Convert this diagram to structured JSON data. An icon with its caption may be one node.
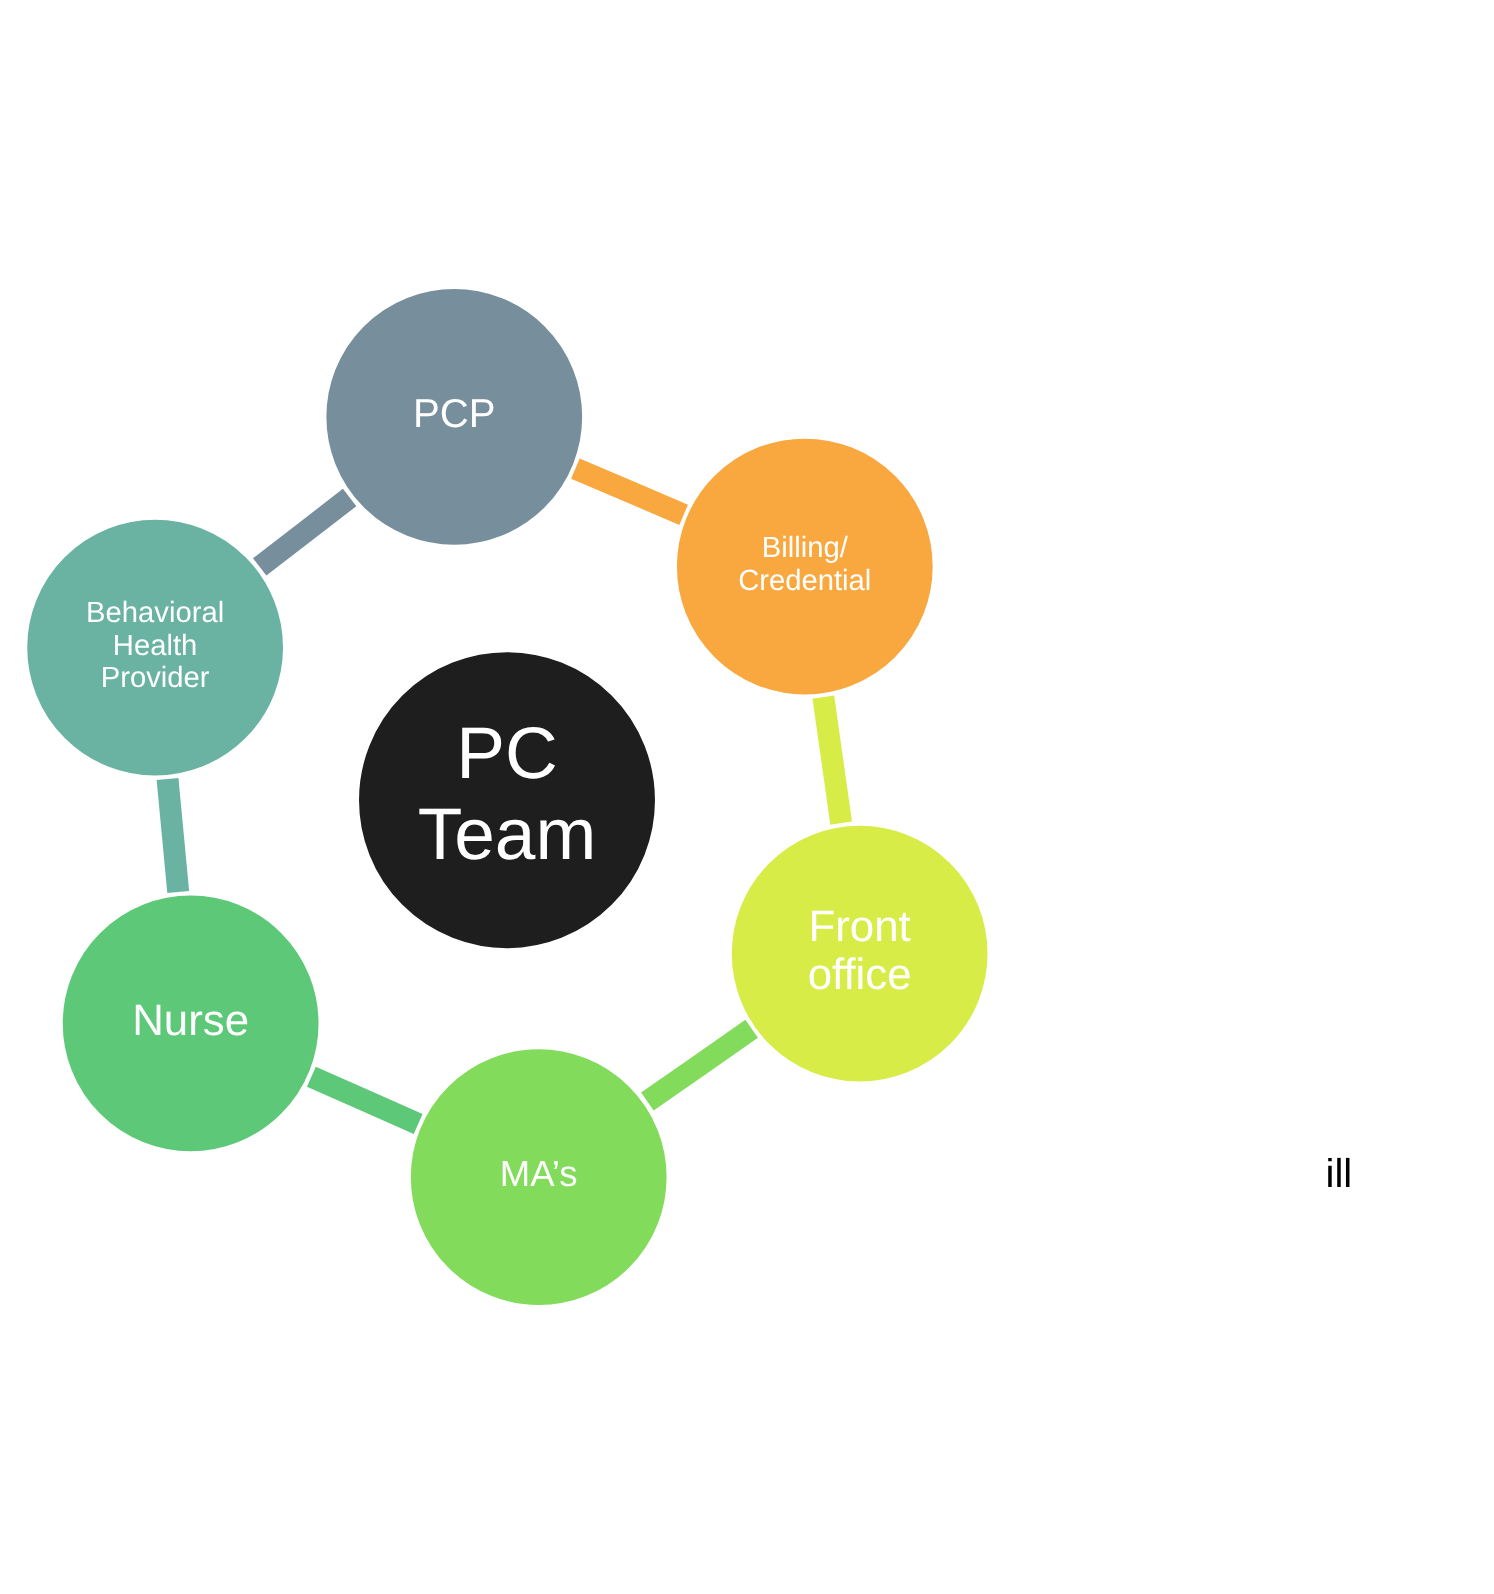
{
  "diagram": {
    "nodes": [
      {
        "text": [
          "PCP"
        ]
      },
      {
        "text": [
          "Billing/ Credential"
        ]
      },
      {
        "text": [
          "Behavioral Health Provider"
        ]
      },
      {
        "text": [
          "PC Team"
        ]
      },
      {
        "text": [
          "Front office"
        ]
      },
      {
        "text": [
          "Nurse"
        ]
      },
      {
        "text": [
          "MA’s"
        ]
      }
    ],
    "edges": [
      {
        "from": 0,
        "to": 2,
        "arrow": "none",
        "color": "#778f9c"
      },
      {
        "from": 2,
        "to": 5,
        "arrow": "none",
        "color": "#6ab3a3"
      },
      {
        "from": 5,
        "to": 6,
        "arrow": "none",
        "color": "#5cc878"
      },
      {
        "from": 6,
        "to": 4,
        "arrow": "none",
        "color": "#82db5a"
      },
      {
        "from": 4,
        "to": 1,
        "arrow": "none",
        "color": "#d8ec48"
      },
      {
        "from": 1,
        "to": 0,
        "arrow": "none",
        "color": "#f9a83f"
      }
    ],
    "labels": [
      "ill"
    ]
  }
}
